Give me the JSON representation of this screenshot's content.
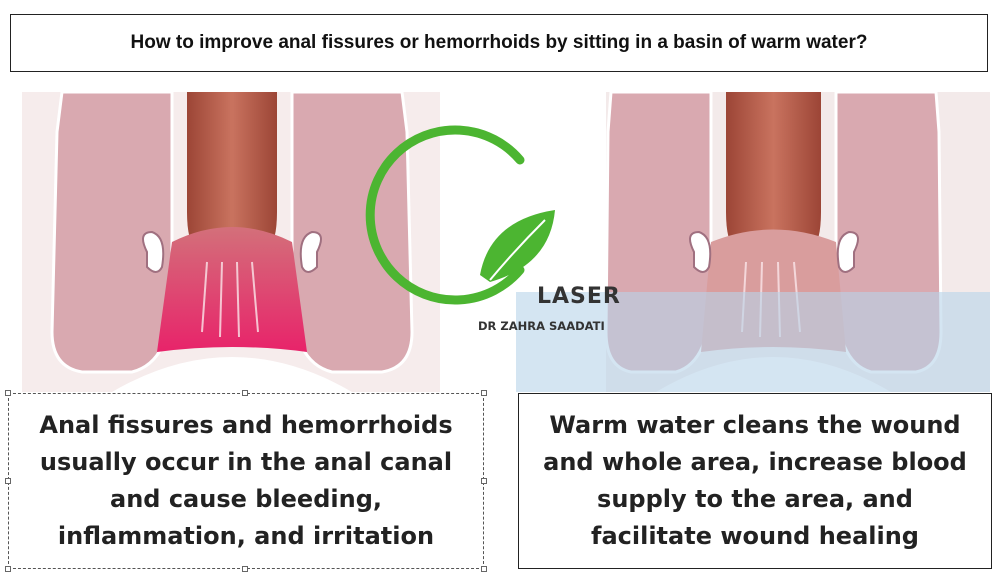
{
  "title": "How to improve anal fissures or hemorrhoids by sitting in a basin of warm water?",
  "logo": {
    "line1": "LASER",
    "line2": "DR ZAHRA SAADATI",
    "icon": "leaf-circle-icon"
  },
  "captions": {
    "left": "Anal fissures and hemorrhoids usually occur in the anal canal and cause bleeding, inflammation, and irritation",
    "right": "Warm water cleans the wound and whole area, increase blood supply to the area, and facilitate wound healing"
  },
  "colors": {
    "tissue": "#d9a5ab",
    "canal": "#b35a4a",
    "inflamed": "#e0356a",
    "water": "#cfe0ef",
    "logo_green": "#4cb531"
  }
}
